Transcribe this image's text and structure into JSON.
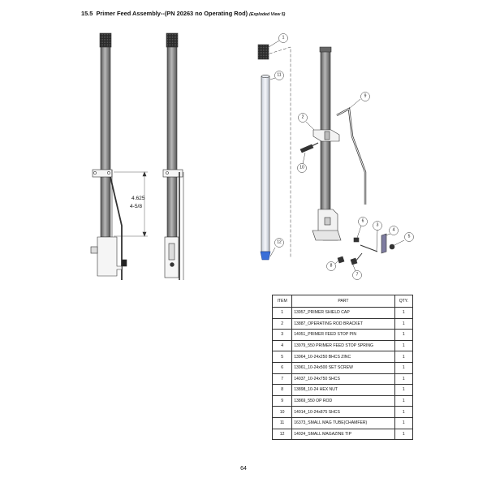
{
  "heading": {
    "number": "15.5",
    "title": "Primer Feed Assembly--(PN 20263 no Operating Rod)",
    "note": "(Exploded View 5)"
  },
  "dimension": {
    "decimal": "4.625",
    "fraction": "4-5/8"
  },
  "bom": {
    "headers": {
      "item": "ITEM",
      "part": "PART",
      "qty": "QTY."
    },
    "rows": [
      {
        "item": "1",
        "part": "13957_PRIMER SHIELD CAP",
        "qty": "1"
      },
      {
        "item": "2",
        "part": "13887_OPERATING ROD BRACKET",
        "qty": "1"
      },
      {
        "item": "3",
        "part": "14051_PRIMER FEED STOP PIN",
        "qty": "1"
      },
      {
        "item": "4",
        "part": "13979_550 PRIMER FEED STOP SPRING",
        "qty": "1"
      },
      {
        "item": "5",
        "part": "13964_10-24x250 BHCS ZINC",
        "qty": "1"
      },
      {
        "item": "6",
        "part": "13961_10-24x500 SET SCREW",
        "qty": "1"
      },
      {
        "item": "7",
        "part": "14037_10-24x750 SHCS",
        "qty": "1"
      },
      {
        "item": "8",
        "part": "13898_10-24 HEX NUT",
        "qty": "1"
      },
      {
        "item": "9",
        "part": "13869_550 OP ROD",
        "qty": "1"
      },
      {
        "item": "10",
        "part": "14014_10-24x875 SHCS",
        "qty": "1"
      },
      {
        "item": "11",
        "part": "16373_SMALL MAG TUBE(CHAMFER)",
        "qty": "1"
      },
      {
        "item": "12",
        "part": "14024_SMALL MAGAZINE TIP",
        "qty": "1"
      }
    ]
  },
  "callouts": [
    "1",
    "2",
    "3",
    "4",
    "5",
    "6",
    "7",
    "8",
    "9",
    "10",
    "11",
    "12"
  ],
  "page_number": "64",
  "colors": {
    "tube": "#7d7d7d",
    "cap": "#2b2b2b",
    "tip": "#3a6fd8",
    "line": "#333333"
  }
}
